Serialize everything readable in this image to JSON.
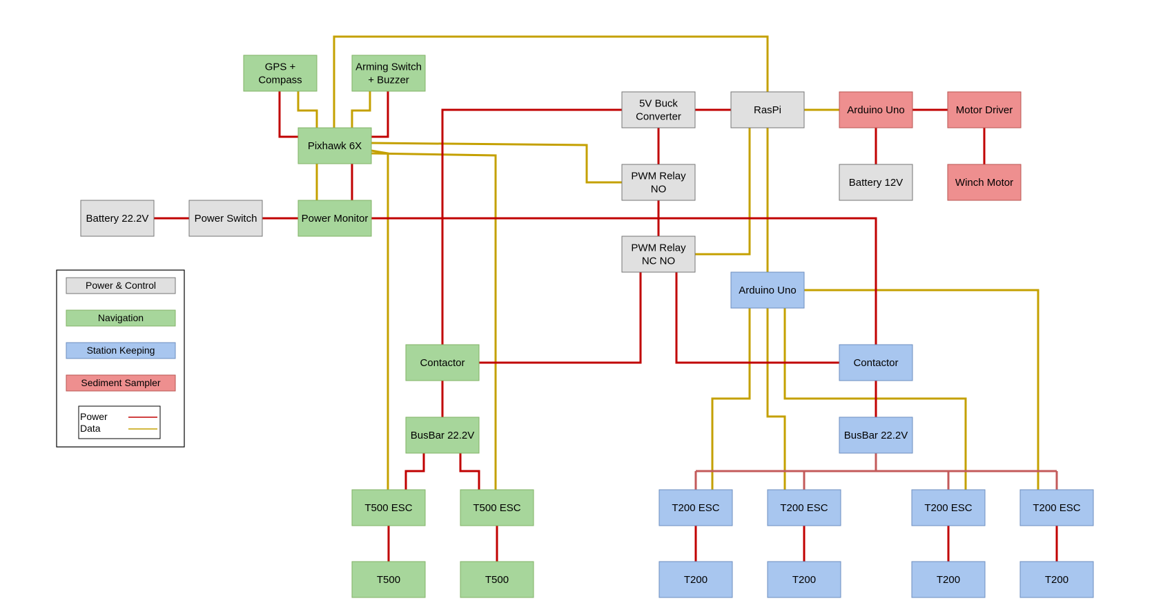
{
  "nodes": {
    "gps": {
      "lines": [
        "GPS +",
        "Compass"
      ],
      "category": "navigation"
    },
    "arming": {
      "lines": [
        "Arming Switch",
        "+ Buzzer"
      ],
      "category": "navigation"
    },
    "pixhawk": {
      "lines": [
        "Pixhawk 6X"
      ],
      "category": "navigation"
    },
    "battery22": {
      "lines": [
        "Battery 22.2V"
      ],
      "category": "power"
    },
    "power_switch": {
      "lines": [
        "Power Switch"
      ],
      "category": "power"
    },
    "power_monitor": {
      "lines": [
        "Power Monitor"
      ],
      "category": "navigation"
    },
    "buck": {
      "lines": [
        "5V Buck",
        "Converter"
      ],
      "category": "power"
    },
    "raspi": {
      "lines": [
        "RasPi"
      ],
      "category": "power"
    },
    "arduino_top": {
      "lines": [
        "Arduino Uno"
      ],
      "category": "sediment"
    },
    "motor_driver": {
      "lines": [
        "Motor Driver"
      ],
      "category": "sediment"
    },
    "battery12": {
      "lines": [
        "Battery 12V"
      ],
      "category": "power"
    },
    "winch": {
      "lines": [
        "Winch Motor"
      ],
      "category": "sediment"
    },
    "relay_no": {
      "lines": [
        "PWM Relay",
        "NO"
      ],
      "category": "power"
    },
    "relay_ncno": {
      "lines": [
        "PWM Relay",
        "NC     NO"
      ],
      "category": "power"
    },
    "arduino_sk": {
      "lines": [
        "Arduino Uno"
      ],
      "category": "station"
    },
    "contactor_nav": {
      "lines": [
        "Contactor"
      ],
      "category": "navigation"
    },
    "contactor_sk": {
      "lines": [
        "Contactor"
      ],
      "category": "station"
    },
    "busbar_nav": {
      "lines": [
        "BusBar 22.2V"
      ],
      "category": "navigation"
    },
    "busbar_sk": {
      "lines": [
        "BusBar 22.2V"
      ],
      "category": "station"
    },
    "t500esc1": {
      "lines": [
        "T500 ESC"
      ],
      "category": "navigation"
    },
    "t500esc2": {
      "lines": [
        "T500 ESC"
      ],
      "category": "navigation"
    },
    "t500_1": {
      "lines": [
        "T500"
      ],
      "category": "navigation"
    },
    "t500_2": {
      "lines": [
        "T500"
      ],
      "category": "navigation"
    },
    "t200esc1": {
      "lines": [
        "T200 ESC"
      ],
      "category": "station"
    },
    "t200esc2": {
      "lines": [
        "T200 ESC"
      ],
      "category": "station"
    },
    "t200esc3": {
      "lines": [
        "T200 ESC"
      ],
      "category": "station"
    },
    "t200esc4": {
      "lines": [
        "T200 ESC"
      ],
      "category": "station"
    },
    "t200_1": {
      "lines": [
        "T200"
      ],
      "category": "station"
    },
    "t200_2": {
      "lines": [
        "T200"
      ],
      "category": "station"
    },
    "t200_3": {
      "lines": [
        "T200"
      ],
      "category": "station"
    },
    "t200_4": {
      "lines": [
        "T200"
      ],
      "category": "station"
    }
  },
  "legend": {
    "categories": [
      {
        "key": "power",
        "label": "Power & Control"
      },
      {
        "key": "navigation",
        "label": "Navigation"
      },
      {
        "key": "station",
        "label": "Station Keeping"
      },
      {
        "key": "sediment",
        "label": "Sediment Sampler"
      }
    ],
    "lines": [
      {
        "key": "power",
        "label": "Power"
      },
      {
        "key": "data",
        "label": "Data"
      }
    ]
  },
  "colors": {
    "power": {
      "fill": "#e0e0e0",
      "stroke": "#757575"
    },
    "navigation": {
      "fill": "#a7d69b",
      "stroke": "#82b366"
    },
    "station": {
      "fill": "#a8c6ef",
      "stroke": "#6c8ebf"
    },
    "sediment": {
      "fill": "#ee8f8f",
      "stroke": "#b85450"
    },
    "power_line": "#c00000",
    "power_line_light": "#c35a5a",
    "data_line": "#c4a000"
  }
}
